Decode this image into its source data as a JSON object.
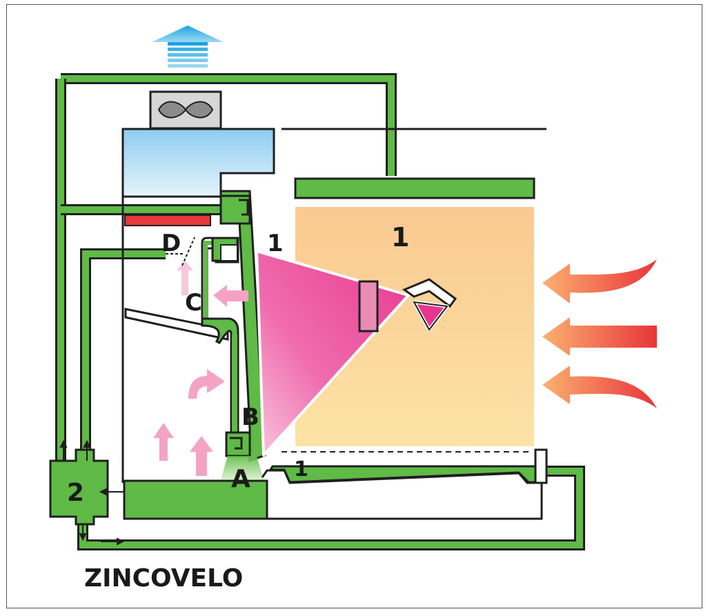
{
  "title": "ZINCOVELO",
  "labels": {
    "zone_1_booth": "1",
    "zone_1_curtain": "1",
    "zone_1_floor": "1",
    "unit_2": "2",
    "A": "A",
    "B": "B",
    "C": "C",
    "D": "D"
  },
  "colors": {
    "duct_green": "#5fba46",
    "duct_outline": "#1f1f1f",
    "paint_magenta": "#e8368f",
    "airflow_pink": "#f4a3c4",
    "incoming_air_orange": "#f26a2b",
    "exhaust_blue": "#22a8e0",
    "filter_red": "#e6393a",
    "booth_sand": "#fbd59a"
  },
  "icons": [
    "fan-icon",
    "exhaust-arrow-icon",
    "spray-gun-icon",
    "workpiece-icon",
    "incoming-air-arrow-icon",
    "airflow-arrow-icon"
  ]
}
